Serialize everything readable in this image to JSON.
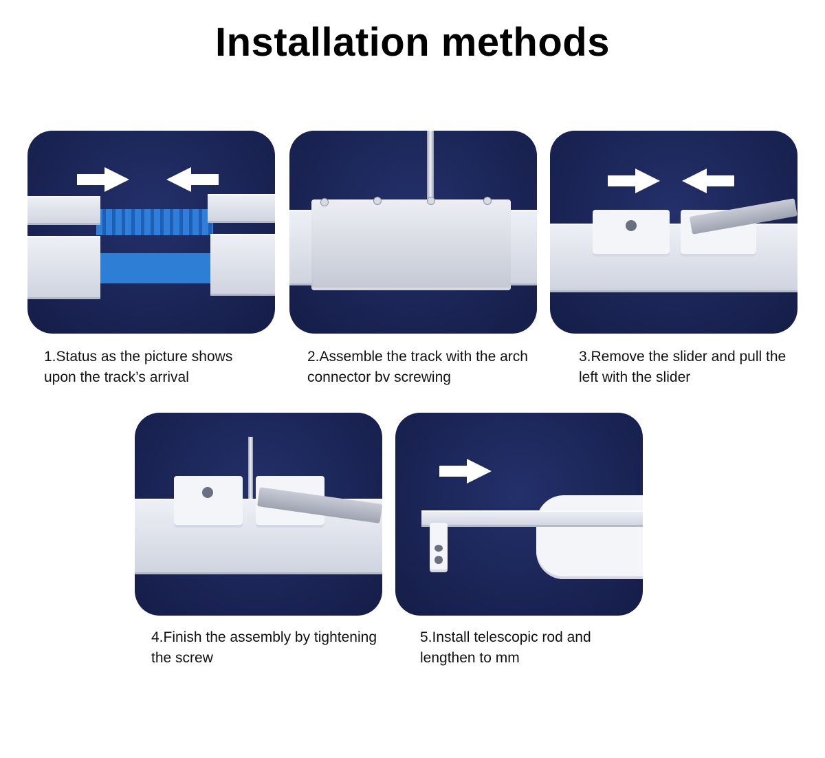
{
  "page": {
    "title": "Installation methods"
  },
  "steps": [
    {
      "number": 1,
      "caption_line1": "1.Status as the picture shows",
      "caption_line2": "upon the track’s arrival",
      "image": "track-ends-with-belt-and-converging-arrows"
    },
    {
      "number": 2,
      "caption_line1": "2.Assemble the track with the arch",
      "caption_line2": "connector bv screwing",
      "image": "connector-plate-with-screwdriver"
    },
    {
      "number": 3,
      "caption_line1": "3.Remove the slider and pull the",
      "caption_line2": "left with the slider",
      "image": "sliders-with-converging-arrows"
    },
    {
      "number": 4,
      "caption_line1": "4.Finish the assembly by tightening",
      "caption_line2": "the screw",
      "image": "sliders-joined-with-screw"
    },
    {
      "number": 5,
      "caption_line1": "5.Install telescopic rod and",
      "caption_line2": "lengthen to mm",
      "image": "telescopic-rod-with-right-arrow"
    }
  ],
  "colors": {
    "panel_background": "#1b2557",
    "belt_blue": "#2d7fd6",
    "rail_silver": "#dfe2ea",
    "arrow_white": "#ffffff",
    "text": "#111111"
  }
}
